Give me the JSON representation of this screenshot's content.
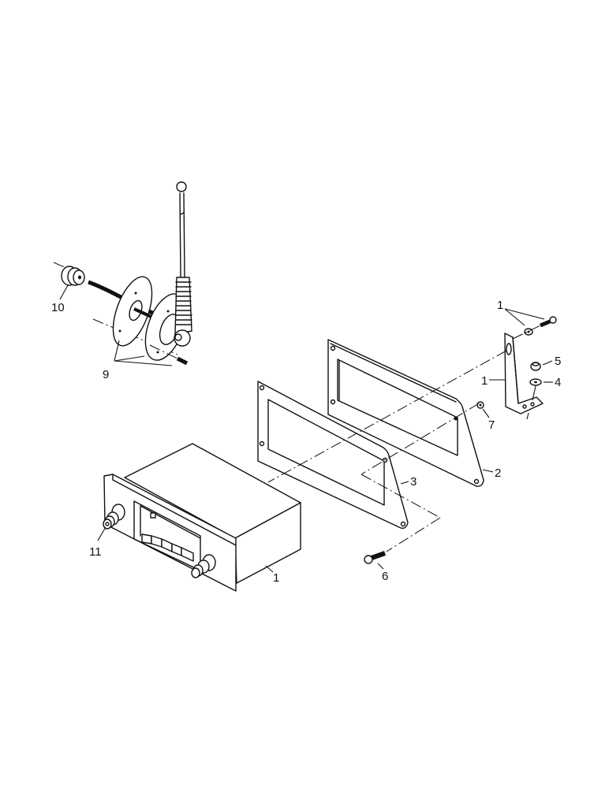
{
  "diagram": {
    "type": "exploded-parts-view",
    "subject": "Radio and antenna installation",
    "background": "#ffffff",
    "line_color": "#111111"
  },
  "parts": [
    {
      "id": "antenna",
      "label": "",
      "description": "antenna mast with coil spring base"
    },
    {
      "id": "part-9",
      "label": "9",
      "description": "mounting plate, base flange and screw"
    },
    {
      "id": "part-10",
      "label": "10",
      "description": "grommet"
    },
    {
      "id": "part-1-bracket",
      "label": "1",
      "description": "mounting bracket"
    },
    {
      "id": "part-1-bolt",
      "label": "1",
      "description": "bolt and washer"
    },
    {
      "id": "part-1-radio",
      "label": "1",
      "description": "radio unit"
    },
    {
      "id": "part-2",
      "label": "2",
      "description": "mounting plate"
    },
    {
      "id": "part-3",
      "label": "3",
      "description": "gasket"
    },
    {
      "id": "part-4",
      "label": "4",
      "description": "washer"
    },
    {
      "id": "part-5",
      "label": "5",
      "description": "nut"
    },
    {
      "id": "part-6",
      "label": "6",
      "description": "bolt"
    },
    {
      "id": "part-7",
      "label": "7",
      "description": "nut"
    },
    {
      "id": "part-11",
      "label": "11",
      "description": "knob"
    }
  ],
  "labels": {
    "l10": "10",
    "l9": "9",
    "l1_bolt": "1",
    "l1_bracket": "1",
    "l5": "5",
    "l4": "4",
    "l7": "7",
    "l2": "2",
    "l3": "3",
    "l6": "6",
    "l11": "11",
    "l1_radio": "1"
  }
}
